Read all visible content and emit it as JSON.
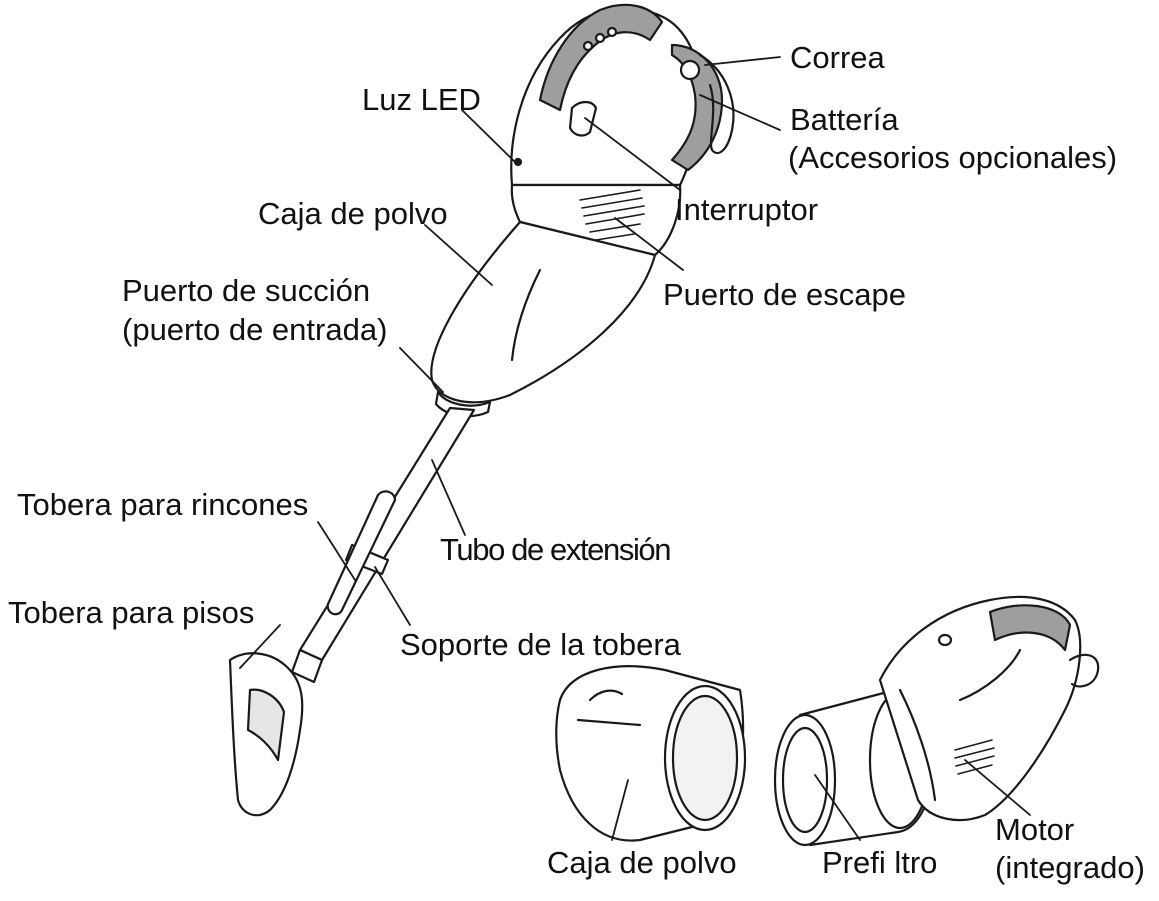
{
  "labels": {
    "correa": "Correa",
    "bateria_line1": "Battería",
    "bateria_line2": "(Accesorios opcionales)",
    "luz_led": "Luz LED",
    "interruptor": "Interruptor",
    "caja_polvo_top": "Caja de polvo",
    "puerto_escape": "Puerto de escape",
    "puerto_succion_line1": "Puerto de succión",
    "puerto_succion_line2": "(puerto de entrada)",
    "tobera_rincones": "Tobera para rincones",
    "tubo_extension": "Tubo de extensión",
    "tobera_pisos": "Tobera para pisos",
    "soporte_tobera": "Soporte de la tobera",
    "caja_polvo_bottom": "Caja de polvo",
    "prefiltro": "Prefi ltro",
    "motor_line1": "Motor",
    "motor_line2": "(integrado)"
  },
  "colors": {
    "line": "#1a1a1a",
    "shade": "#9e9e9e",
    "body": "#ffffff"
  }
}
